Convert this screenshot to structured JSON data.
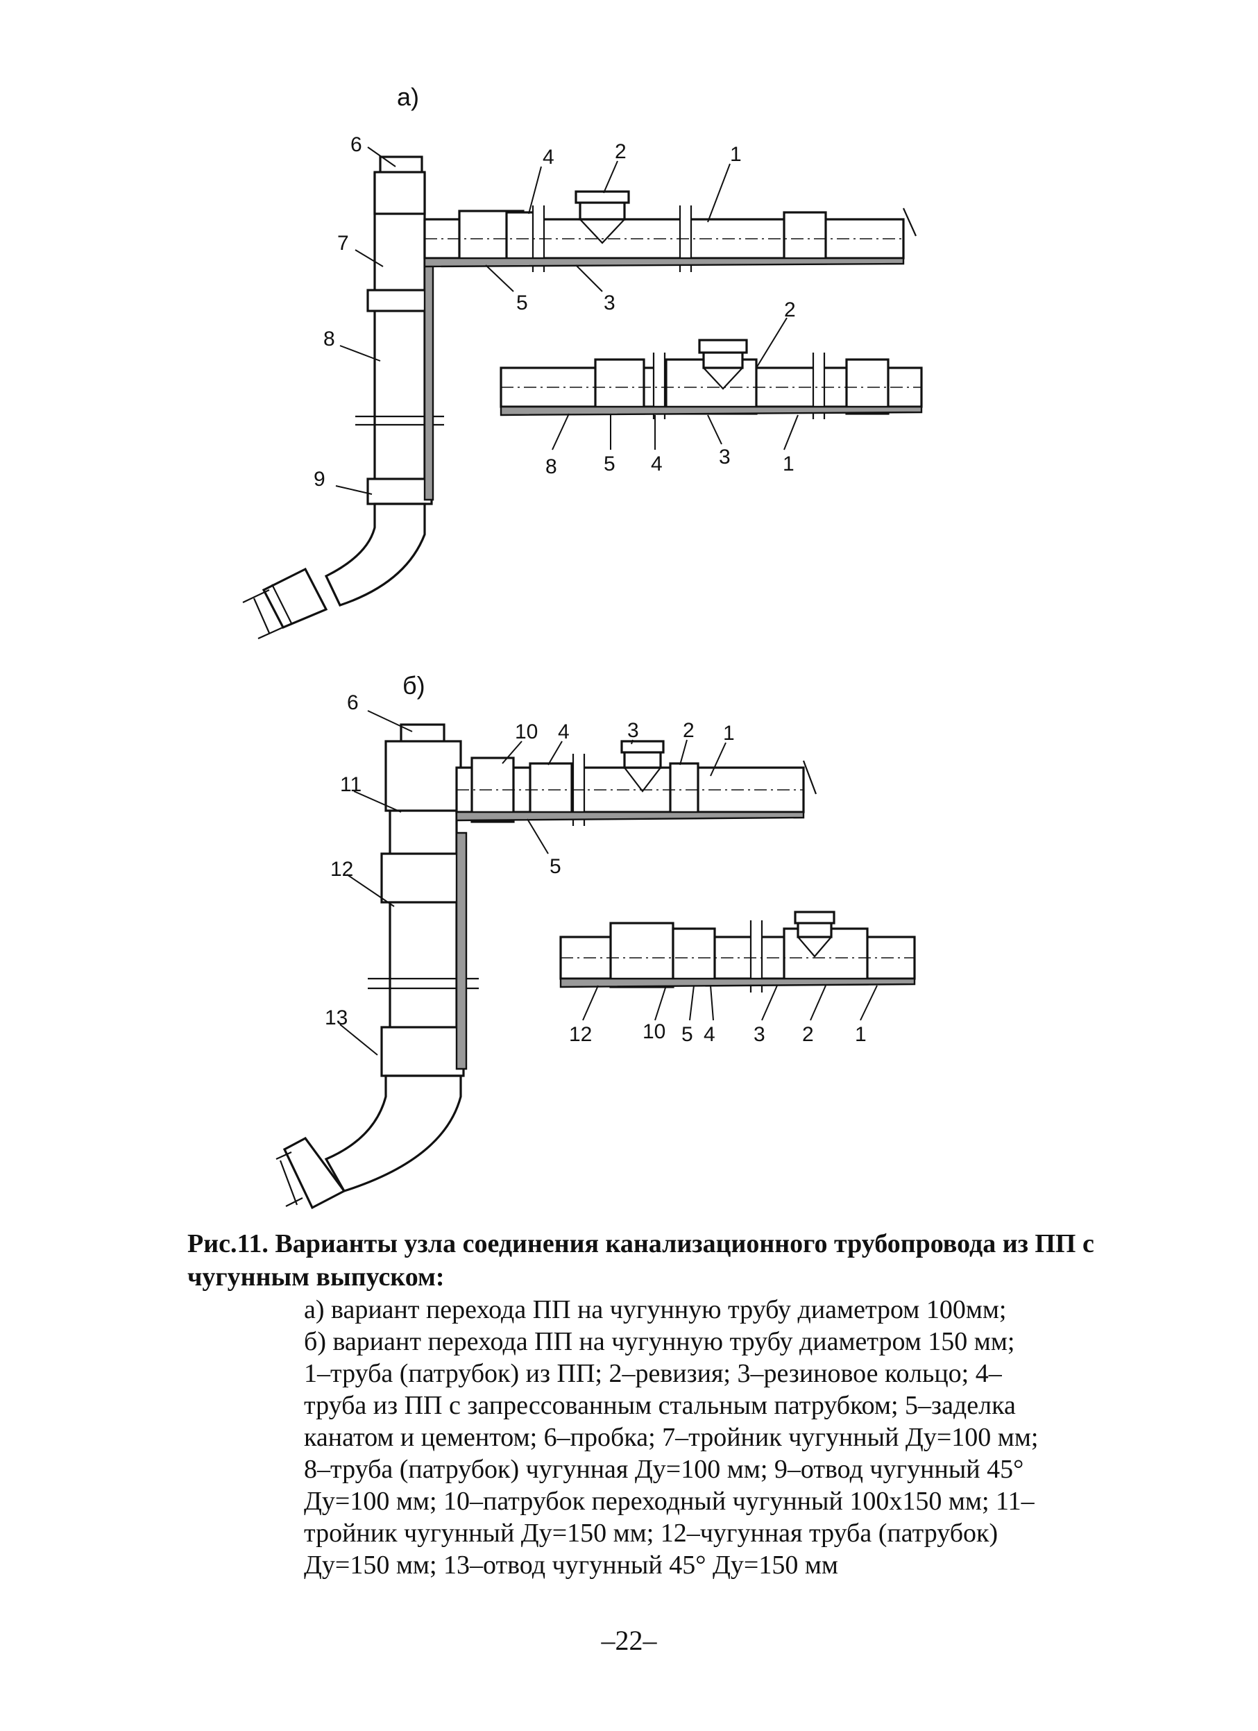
{
  "figure": {
    "panel_a": {
      "label": "а)",
      "callouts": [
        "6",
        "4",
        "2",
        "1",
        "7",
        "5",
        "3",
        "8",
        "9"
      ],
      "detail_callouts": [
        "2",
        "8",
        "5",
        "4",
        "3",
        "1"
      ]
    },
    "panel_b": {
      "label": "б)",
      "callouts": [
        "6",
        "10",
        "4",
        "3",
        "2",
        "1",
        "11",
        "5",
        "12",
        "13"
      ],
      "detail_callouts": [
        "12",
        "10",
        "5",
        "4",
        "3",
        "2",
        "1"
      ]
    }
  },
  "caption": {
    "figure_label": "Рис.11.",
    "title_line1": "Варианты узла соединения канализационного трубопровода из ПП с",
    "title_line2": "чугунным выпуском:",
    "lines": [
      "а) вариант перехода ПП на чугунную трубу диаметром 100мм;",
      "б) вариант перехода ПП на чугунную трубу диаметром 150 мм;",
      "1–труба (патрубок) из ПП; 2–ревизия; 3–резиновое кольцо; 4–",
      "труба из ПП с запрессованным стальным патрубком; 5–заделка",
      "канатом и цементом; 6–пробка; 7–тройник чугунный Ду=100 мм;",
      "8–труба (патрубок) чугунная Ду=100 мм; 9–отвод чугунный 45°",
      "Ду=100 мм; 10–патрубок переходный чугунный 100х150 мм; 11–",
      "тройник чугунный Ду=150 мм; 12–чугунная труба (патрубок)",
      "Ду=150 мм; 13–отвод чугунный 45° Ду=150 мм"
    ]
  },
  "page_number": "–22–"
}
